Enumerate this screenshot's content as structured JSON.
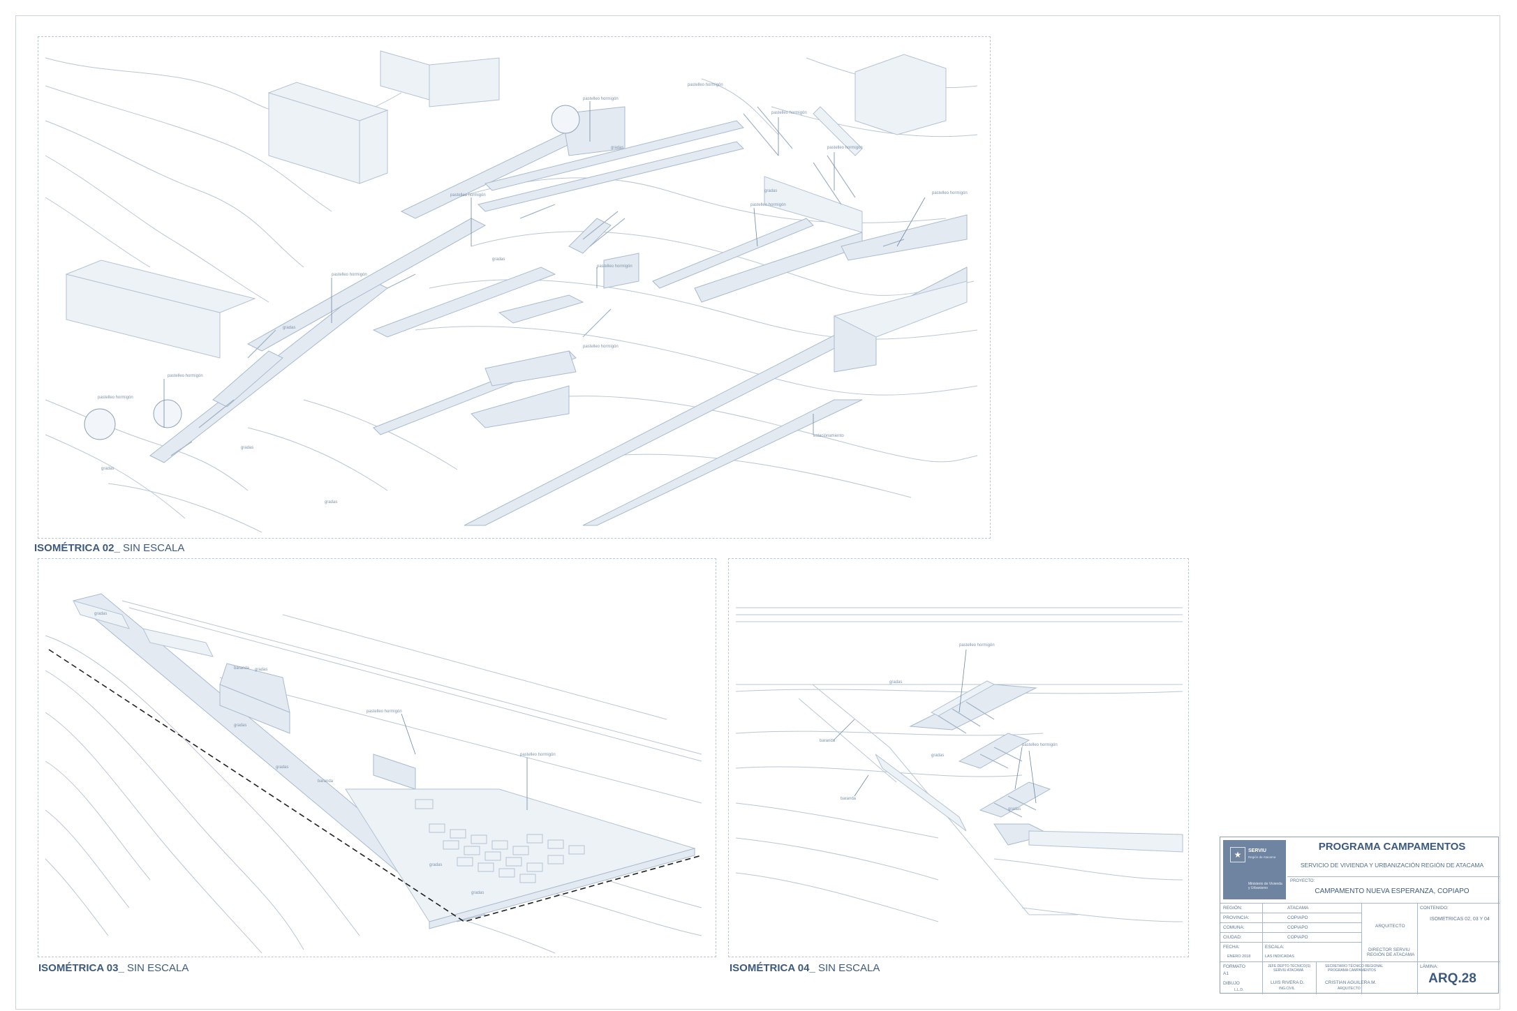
{
  "viewports": {
    "iso02": {
      "title_bold": "ISOMÉTRICA 02_",
      "title_rest": " SIN ESCALA"
    },
    "iso03": {
      "title_bold": "ISOMÉTRICA 03_",
      "title_rest": " SIN ESCALA"
    },
    "iso04": {
      "title_bold": "ISOMÉTRICA 04_",
      "title_rest": " SIN ESCALA"
    }
  },
  "title_block": {
    "logo_title": "SERVIU",
    "logo_sub": "Región de Atacama",
    "logo_ministry": "Ministerio de Vivienda y Urbanismo",
    "program": "PROGRAMA CAMPAMENTOS",
    "subtitle": "SERVICIO DE VIVIENDA Y URBANIZACIÓN REGIÓN DE ATACAMA",
    "project_label": "PROYECTO:",
    "project": "CAMPAMENTO NUEVA ESPERANZA, COPIAPO",
    "region_label": "REGIÓN:",
    "region": "ATACAMA",
    "provincia_label": "PROVINCIA:",
    "provincia": "COPIAPO",
    "comuna_label": "COMUNA:",
    "comuna": "COPIAPO",
    "ciudad_label": "CIUDAD:",
    "ciudad": "COPIAPO",
    "fecha_label": "FECHA:",
    "fecha": "ENERO 2018",
    "escala_label": "ESCALA:",
    "escala": "LAS INDICADAS",
    "arquitecto": "ARQUITECTO",
    "director": "DIRECTOR SERVIU",
    "director_sub": "REGIÓN DE ATACAMA",
    "contenido_label": "CONTENIDO:",
    "contenido": "ISOMETRICAS 02, 03 Y 04",
    "formato_label": "FORMATO",
    "formato": "A1",
    "dibujo_label": "DIBUJO",
    "dibujo": "L.L.D.",
    "jefe": "JEFE DEPTO TÉCNICO(S)",
    "jefe_sub": "SERVIU ATACAMA",
    "jefe_name": "LUIS RIVERA D.",
    "jefe_title": "ING.CIVIL",
    "secretario": "SECRETARIO TÉCNICO REGIONAL",
    "secretario_sub": "PROGRAMA CAMPAMENTOS",
    "secretario_name": "CRISTIAN AGUILERA M.",
    "secretario_title": "ARQUITECTO",
    "lamina_label": "LÁMINA:",
    "lamina": "ARQ.28"
  }
}
